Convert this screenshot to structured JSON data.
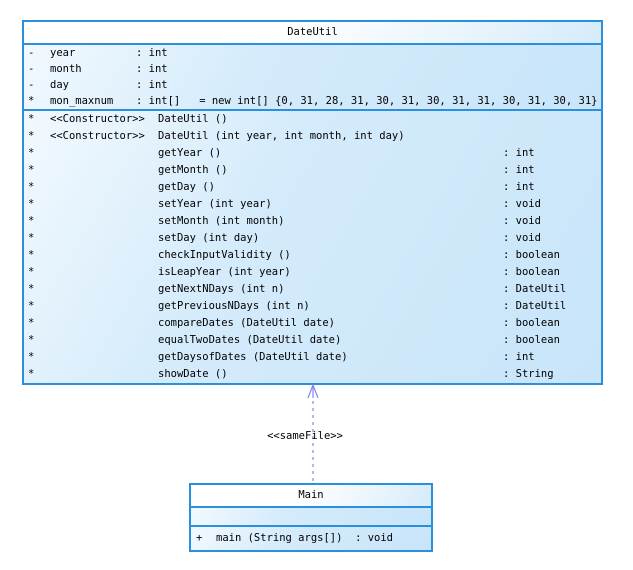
{
  "classes": [
    {
      "name": "DateUtil",
      "attributes": [
        {
          "visibility": "-",
          "name": "year",
          "type": "int",
          "init": ""
        },
        {
          "visibility": "-",
          "name": "month",
          "type": "int",
          "init": ""
        },
        {
          "visibility": "-",
          "name": "day",
          "type": "int",
          "init": ""
        },
        {
          "visibility": "*",
          "name": "mon_maxnum",
          "type": "int[]",
          "init": "= new int[] {0, 31, 28, 31, 30, 31, 30, 31, 31, 30, 31, 30, 31}"
        }
      ],
      "methods": [
        {
          "visibility": "*",
          "stereotype": "<<Constructor>>",
          "signature": "DateUtil ()",
          "returns": ""
        },
        {
          "visibility": "*",
          "stereotype": "<<Constructor>>",
          "signature": "DateUtil (int year, int month, int day)",
          "returns": ""
        },
        {
          "visibility": "*",
          "stereotype": "",
          "signature": "getYear ()",
          "returns": "int"
        },
        {
          "visibility": "*",
          "stereotype": "",
          "signature": "getMonth ()",
          "returns": "int"
        },
        {
          "visibility": "*",
          "stereotype": "",
          "signature": "getDay ()",
          "returns": "int"
        },
        {
          "visibility": "*",
          "stereotype": "",
          "signature": "setYear (int year)",
          "returns": "void"
        },
        {
          "visibility": "*",
          "stereotype": "",
          "signature": "setMonth (int month)",
          "returns": "void"
        },
        {
          "visibility": "*",
          "stereotype": "",
          "signature": "setDay (int day)",
          "returns": "void"
        },
        {
          "visibility": "*",
          "stereotype": "",
          "signature": "checkInputValidity ()",
          "returns": "boolean"
        },
        {
          "visibility": "*",
          "stereotype": "",
          "signature": "isLeapYear (int year)",
          "returns": "boolean"
        },
        {
          "visibility": "*",
          "stereotype": "",
          "signature": "getNextNDays (int n)",
          "returns": "DateUtil"
        },
        {
          "visibility": "*",
          "stereotype": "",
          "signature": "getPreviousNDays (int n)",
          "returns": "DateUtil"
        },
        {
          "visibility": "*",
          "stereotype": "",
          "signature": "compareDates (DateUtil date)",
          "returns": "boolean"
        },
        {
          "visibility": "*",
          "stereotype": "",
          "signature": "equalTwoDates (DateUtil date)",
          "returns": "boolean"
        },
        {
          "visibility": "*",
          "stereotype": "",
          "signature": "getDaysofDates (DateUtil date)",
          "returns": "int"
        },
        {
          "visibility": "*",
          "stereotype": "",
          "signature": "showDate ()",
          "returns": "String"
        }
      ]
    },
    {
      "name": "Main",
      "attributes": [],
      "methods": [
        {
          "visibility": "+",
          "stereotype": "",
          "signature": "main (String args[])",
          "returns": "void"
        }
      ]
    }
  ],
  "relation": {
    "label": "<<sameFile>>",
    "from": "Main",
    "to": "DateUtil",
    "style": "dashed-open-arrow"
  },
  "colors": {
    "class_border": "#2a8fdd",
    "class_fill": "#c8e5fa",
    "class_header_fill": "#ffffff",
    "relation_color": "#8585ee",
    "text_color": "#000000"
  }
}
